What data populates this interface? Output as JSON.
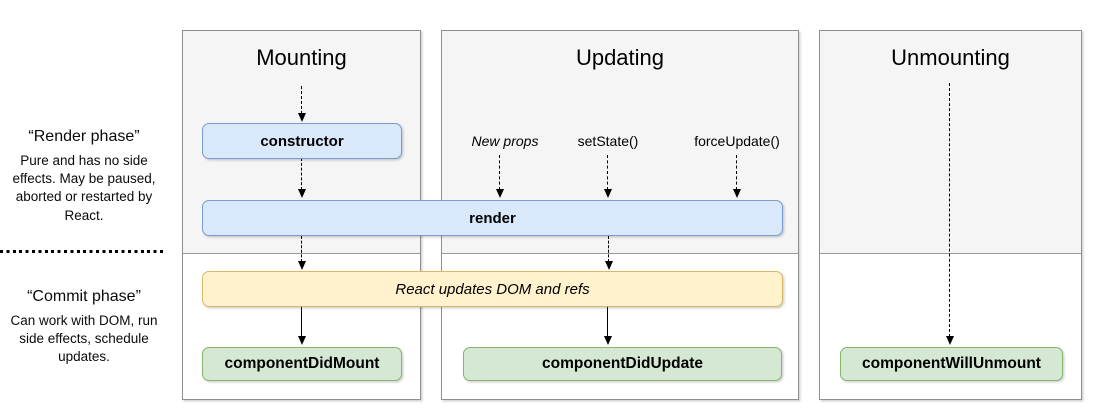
{
  "left_panel": {
    "render_phase": {
      "title": "“Render phase”",
      "description": "Pure and has no side effects. May be paused, aborted or restarted by React."
    },
    "commit_phase": {
      "title": "“Commit phase”",
      "description": "Can work with DOM, run side effects, schedule updates."
    }
  },
  "columns": [
    {
      "title": "Mounting"
    },
    {
      "title": "Updating",
      "triggers": [
        "New props",
        "setState()",
        "forceUpdate()"
      ]
    },
    {
      "title": "Unmounting"
    }
  ],
  "nodes": {
    "constructor": "constructor",
    "render": "render",
    "react_updates_dom": "React updates DOM and refs",
    "component_did_mount": "componentDidMount",
    "component_did_update": "componentDidUpdate",
    "component_will_unmount": "componentWillUnmount"
  },
  "colors": {
    "method_box_fill": "#dae8fc",
    "method_box_border": "#7b9cd2",
    "side_effect_fill": "#fff2cc",
    "side_effect_border": "#d8b865",
    "commit_box_fill": "#d5e8d4",
    "commit_box_border": "#86b46a",
    "render_phase_bg": "#f5f5f5",
    "column_border": "#8f8f8f",
    "arrow_color": "#000000"
  }
}
